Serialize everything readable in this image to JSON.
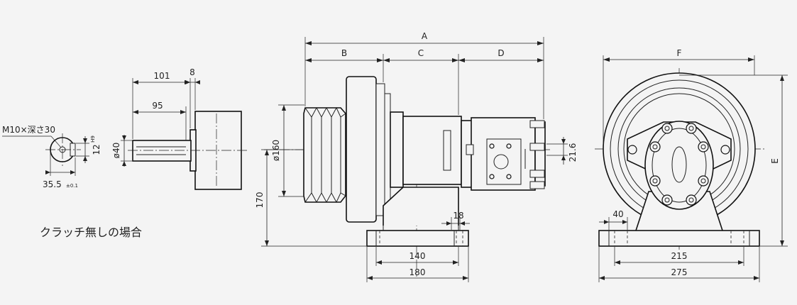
{
  "caption": "クラッチ無しの場合",
  "shaft_detail": {
    "thread": "M10×深さ30",
    "key_width": "12",
    "key_tol": "H9",
    "key_height": "35.5",
    "key_height_tol": "±0.1",
    "len_101": "101",
    "len_8": "8",
    "len_95": "95",
    "shaft_dia": "ø40"
  },
  "side_view": {
    "A": "A",
    "B": "B",
    "C": "C",
    "D": "D",
    "pulley_dia": "ø160",
    "height": "170",
    "foot_18": "18",
    "port_21_6": "21.6",
    "base_140": "140",
    "base_180": "180"
  },
  "front_view": {
    "F": "F",
    "E": "E",
    "foot_40": "40",
    "base_215": "215",
    "base_275": "275"
  }
}
